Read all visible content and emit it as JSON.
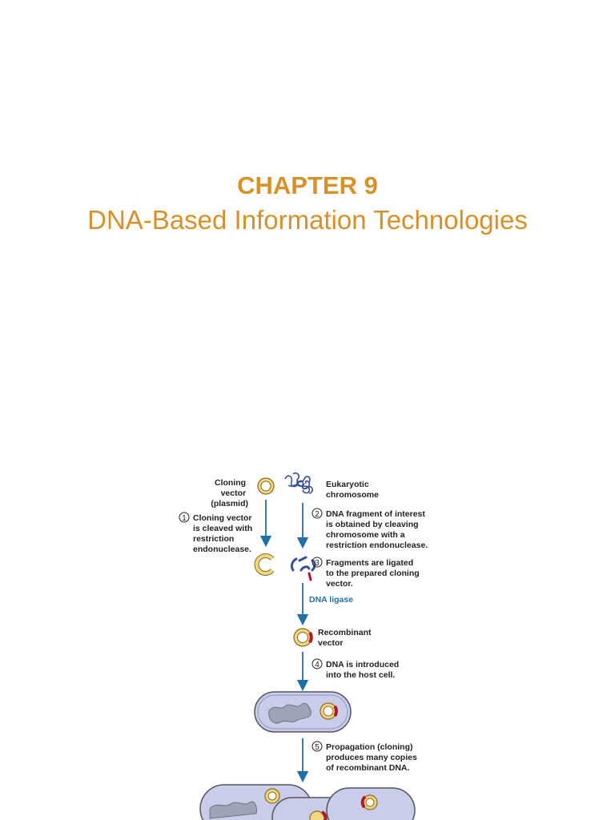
{
  "slide": {
    "chapter": "CHAPTER 9",
    "title": "DNA-Based Information Technologies"
  },
  "diagram": {
    "cloning_vector": [
      "Cloning",
      "vector",
      "(plasmid)"
    ],
    "eukaryotic": [
      "Eukaryotic",
      "chromosome"
    ],
    "step1": {
      "num": "1",
      "lines": [
        "Cloning vector",
        "is cleaved with",
        "restriction",
        "endonuclease."
      ]
    },
    "step2": {
      "num": "2",
      "lines": [
        "DNA fragment of interest",
        "is obtained by cleaving",
        "chromosome with a",
        "restriction endonuclease."
      ]
    },
    "step3": {
      "num": "3",
      "lines": [
        "Fragments are ligated",
        "to the prepared cloning",
        "vector."
      ]
    },
    "dna_ligase": "DNA ligase",
    "recombinant": [
      "Recombinant",
      "vector"
    ],
    "step4": {
      "num": "4",
      "lines": [
        "DNA is introduced",
        "into the host cell."
      ]
    },
    "step5": {
      "num": "5",
      "lines": [
        "Propagation (cloning)",
        "produces many copies",
        "of recombinant DNA."
      ]
    }
  },
  "colors": {
    "accent": "#D89028",
    "arrow": "#1F6FA8",
    "plasmid": "#F2D782",
    "cell": "#C9CDEA",
    "insert": "#B0192A"
  }
}
